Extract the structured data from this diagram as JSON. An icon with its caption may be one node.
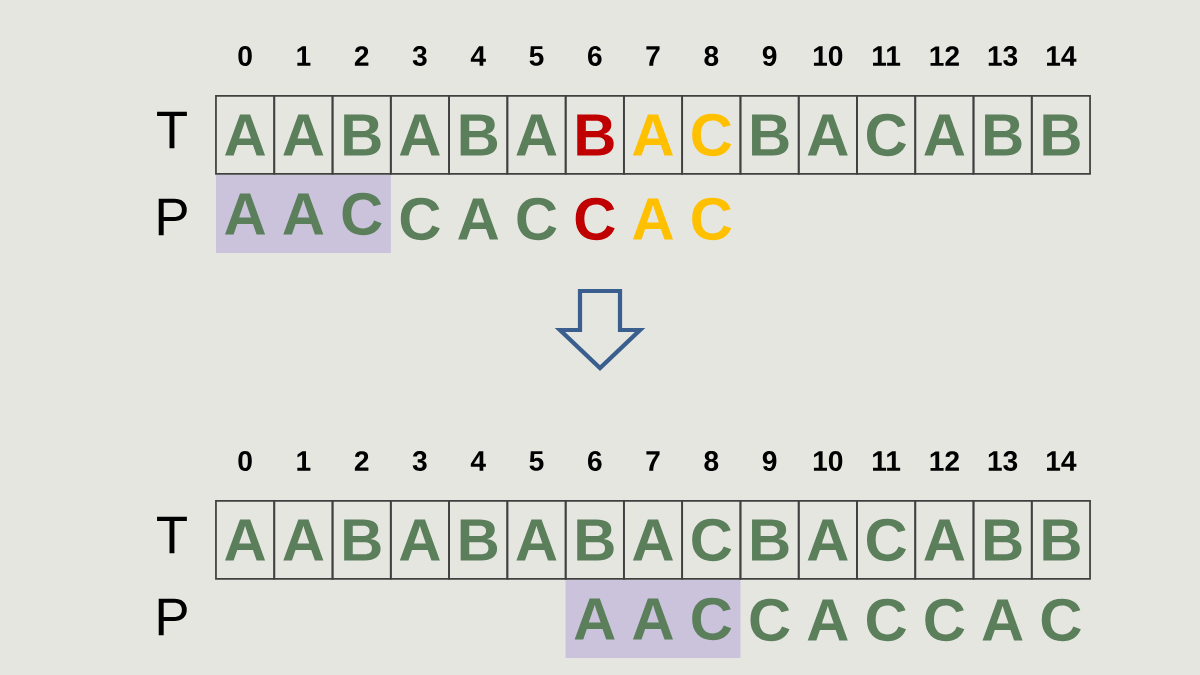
{
  "diagram": {
    "nodes": [
      {
        "text": [
          "A"
        ]
      },
      {
        "text": [
          "A"
        ]
      },
      {
        "text": [
          "B"
        ]
      },
      {
        "text": [
          "A"
        ]
      },
      {
        "text": [
          "B"
        ]
      },
      {
        "text": [
          "A"
        ]
      },
      {
        "text": [
          "B"
        ]
      },
      {
        "text": [
          "A"
        ]
      },
      {
        "text": [
          "C"
        ]
      },
      {
        "text": [
          "B"
        ]
      },
      {
        "text": [
          "A"
        ]
      },
      {
        "text": [
          "C"
        ]
      },
      {
        "text": [
          "A"
        ]
      },
      {
        "text": [
          "B"
        ]
      },
      {
        "text": [
          "B"
        ]
      },
      {
        "text": [
          "A",
          "A",
          "C"
        ]
      },
      {
        "text": [
          "A"
        ]
      },
      {
        "text": [
          "A"
        ]
      },
      {
        "text": [
          "B"
        ]
      },
      {
        "text": [
          "A"
        ]
      },
      {
        "text": [
          "B"
        ]
      },
      {
        "text": [
          "A"
        ]
      },
      {
        "text": [
          "B"
        ]
      },
      {
        "text": [
          "A"
        ]
      },
      {
        "text": [
          "C"
        ]
      },
      {
        "text": [
          "B"
        ]
      },
      {
        "text": [
          "A"
        ]
      },
      {
        "text": [
          "C"
        ]
      },
      {
        "text": [
          "A"
        ]
      },
      {
        "text": [
          "B"
        ]
      },
      {
        "text": [
          "B"
        ]
      },
      {
        "text": [
          "A",
          "A",
          "C"
        ]
      }
    ],
    "labels": [
      "0",
      "1",
      "2",
      "3",
      "4",
      "5",
      "6",
      "7",
      "8",
      "9",
      "10",
      "11",
      "12",
      "13",
      "14",
      "T",
      "P",
      "C",
      "A",
      "C",
      "C",
      "A",
      "C",
      "0",
      "1",
      "2",
      "3",
      "4",
      "5",
      "6",
      "7",
      "8",
      "9",
      "10",
      "11",
      "12",
      "13",
      "14",
      "T",
      "P",
      "C",
      "A",
      "C",
      "C",
      "A",
      "C"
    ]
  }
}
